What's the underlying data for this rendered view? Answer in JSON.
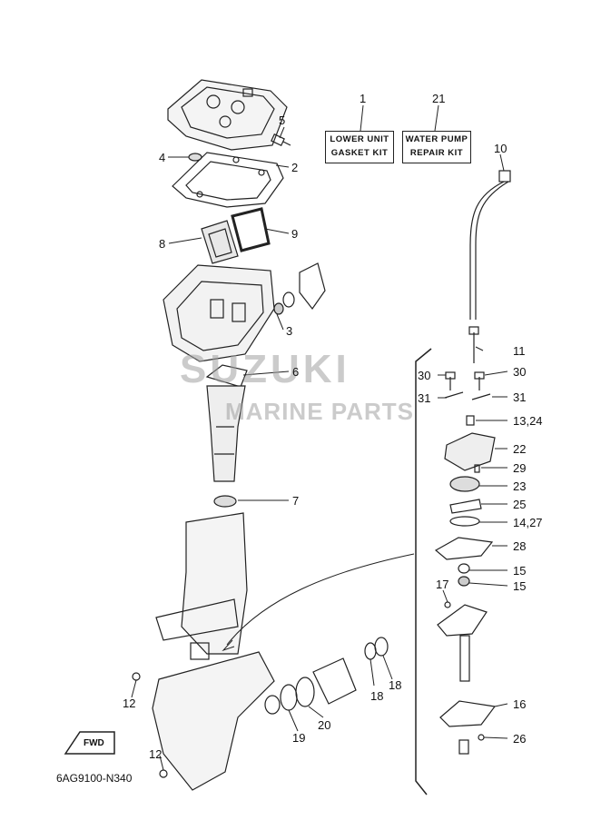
{
  "kits": {
    "lower_unit": {
      "callout": "1",
      "line1": "LOWER UNIT",
      "line2": "GASKET KIT"
    },
    "water_pump": {
      "callout": "21",
      "line1": "WATER PUMP",
      "line2": "REPAIR KIT"
    }
  },
  "callouts": {
    "c2": "2",
    "c3": "3",
    "c4": "4",
    "c5": "5",
    "c6": "6",
    "c7": "7",
    "c8": "8",
    "c9": "9",
    "c10": "10",
    "c11": "11",
    "c12a": "12",
    "c12b": "12",
    "c13_24": "13,24",
    "c14_27": "14,27",
    "c15a": "15",
    "c15b": "15",
    "c16": "16",
    "c17": "17",
    "c18a": "18",
    "c18b": "18",
    "c19": "19",
    "c20": "20",
    "c22": "22",
    "c23": "23",
    "c25": "25",
    "c26": "26",
    "c28": "28",
    "c29": "29",
    "c30a": "30",
    "c30b": "30",
    "c31a": "31",
    "c31b": "31"
  },
  "watermark": {
    "line1": "SUZUKI",
    "line2": "MARINE PARTS"
  },
  "fwd_label": "FWD",
  "diagram_code": "6AG9100-N340",
  "colors": {
    "line": "#222222",
    "watermark": "#a0a0a0",
    "background": "#ffffff"
  }
}
